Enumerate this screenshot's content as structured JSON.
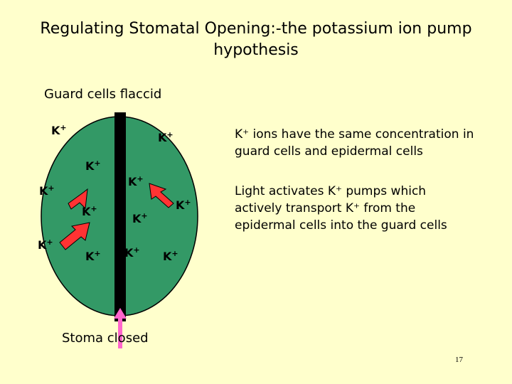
{
  "slide": {
    "title": "Regulating Stomatal Opening:-the potassium ion pump hypothesis",
    "subtitle": "Guard cells flaccid",
    "note_1": "K⁺ ions have the same concentration in guard cells and epidermal cells",
    "note_2": "Light activates K⁺ pumps which actively transport K⁺ from the epidermal cells into the guard cells",
    "caption": "Stoma closed",
    "page_number": "17"
  },
  "ion_label": {
    "base": "K",
    "charge": "+"
  },
  "colors": {
    "background": "#FFFFCC",
    "guard_cell": "#339966",
    "stoma_pore": "#000000",
    "pump_arrow": "#FF3333",
    "stoma_arrow": "#FF66CC"
  }
}
